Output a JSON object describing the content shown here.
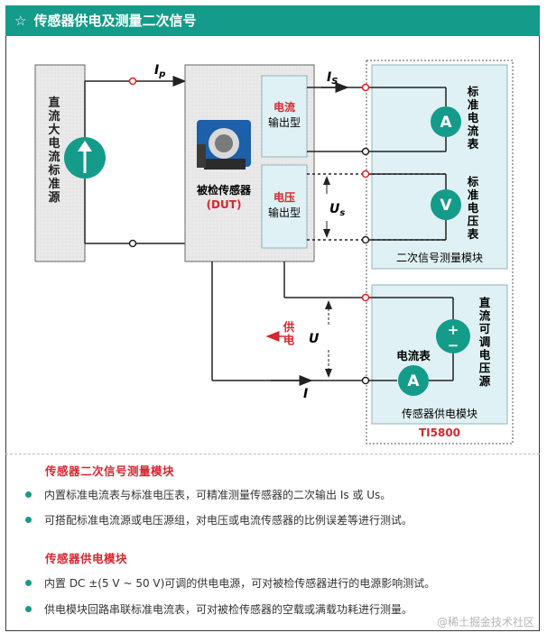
{
  "header": {
    "title": "传感器供电及测量二次信号",
    "star": "☆"
  },
  "diagram": {
    "source_label": "直流大电流标准源",
    "dut_label_line1": "被检传感器",
    "dut_label_line2": "(DUT)",
    "current_output_line1": "电流",
    "current_output_line2": "输出型",
    "voltage_output_line1": "电压",
    "voltage_output_line2": "输出型",
    "ip_label": "I",
    "ip_sub": "p",
    "is_label": "I",
    "is_sub": "S",
    "us_label": "U",
    "us_sub": "s",
    "u_label": "U",
    "i_label": "I",
    "supply_arrow_label": "供电",
    "ammeter_symbol": "A",
    "voltmeter_symbol": "V",
    "std_ammeter_label": "标准电流表",
    "std_voltmeter_label": "标准电压表",
    "secondary_module_label": "二次信号测量模块",
    "adj_supply_label": "直流可调电压源",
    "plus": "+",
    "minus": "−",
    "supply_ammeter_label": "电流表",
    "supply_module_label": "传感器供电模块",
    "device_model": "TI5800",
    "colors": {
      "teal": "#149b8a",
      "panel": "#dff1f4",
      "red_term": "#e02020",
      "label_red": "#d7262f"
    }
  },
  "notes": {
    "section1_title": "传感器二次信号测量模块",
    "section1_bullets": [
      "内置标准电流表与标准电压表，可精准测量传感器的二次输出 Is 或 Us。",
      "可搭配标准电流源或电压源组，对电压或电流传感器的比例误差等进行测试。"
    ],
    "section2_title": "传感器供电模块",
    "section2_bullets": [
      "内置 DC ±(5 V ~ 50 V)可调的供电电源，可对被检传感器进行的电源影响测试。",
      "供电模块回路串联标准电流表，可对被检传感器的空载或满载功耗进行测量。"
    ]
  },
  "watermark": "@稀土掘金技术社区"
}
